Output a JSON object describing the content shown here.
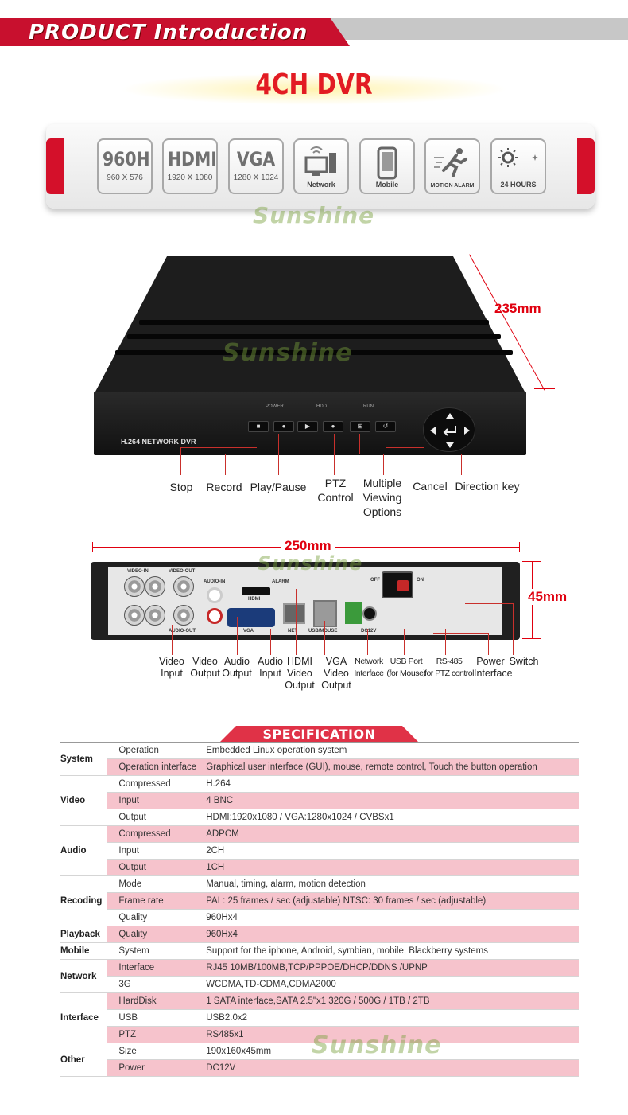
{
  "header": {
    "title": "PRODUCT Introduction"
  },
  "product": {
    "name": "4CH DVR"
  },
  "watermark": "Sunshine",
  "features": [
    {
      "id": "960h",
      "big": "960H",
      "small": "960 X 576"
    },
    {
      "id": "hdmi",
      "big": "HDMI",
      "small": "1920 X 1080"
    },
    {
      "id": "vga",
      "big": "VGA",
      "small": "1280 X 1024"
    },
    {
      "id": "network",
      "label": "Network",
      "icon": "network-icon"
    },
    {
      "id": "mobile",
      "label": "Mobile",
      "icon": "mobile-icon"
    },
    {
      "id": "motion",
      "label": "MOTION ALARM",
      "icon": "running-man-icon"
    },
    {
      "id": "24h",
      "label": "24 HOURS",
      "icon": "sun-moon-icon"
    }
  ],
  "front": {
    "brand": "H.264 NETWORK DVR",
    "leds": [
      "POWER",
      "HDD",
      "RUN"
    ],
    "depth": "235mm",
    "labels": {
      "stop": "Stop",
      "record": "Record",
      "play_pause": "Play/Pause",
      "ptz_control": [
        "PTZ",
        "Control"
      ],
      "multiple_viewing": [
        "Multiple",
        "Viewing",
        "Options"
      ],
      "cancel": "Cancel",
      "direction_key": "Direction key"
    }
  },
  "back": {
    "width": "250mm",
    "height": "45mm",
    "port_labels": {
      "video_in": "VIDEO-IN",
      "video_out": "VIDEO-OUT",
      "audio_in": "AUDIO-IN",
      "audio_out": "AUDIO-OUT",
      "hdmi": "HDMI",
      "vga": "VGA",
      "net": "NET",
      "usb": "USB/MOUSE",
      "alarm": "ALARM",
      "dc": "DC12V",
      "off": "OFF",
      "on": "ON"
    },
    "labels": {
      "video_input": [
        "Video",
        "Input"
      ],
      "video_output": [
        "Video",
        "Output"
      ],
      "audio_output": [
        "Audio",
        "Output"
      ],
      "audio_input": [
        "Audio",
        "Input"
      ],
      "hdmi_video_output": [
        "HDMI",
        "Video",
        "Output"
      ],
      "vga_video_output": [
        "VGA",
        "Video",
        "Output"
      ],
      "network_interface": [
        "Network",
        "Interface"
      ],
      "usb_port": [
        "USB Port",
        "(for Mouse)"
      ],
      "rs485": [
        "RS-485",
        "for PTZ control"
      ],
      "power_interface": [
        "Power",
        "Interface"
      ],
      "switch": "Switch"
    }
  },
  "spec": {
    "title": "SPECIFICATION",
    "rows": [
      {
        "section": "System",
        "key": "Operation",
        "value": "Embedded Linux operation system"
      },
      {
        "section": "",
        "key": "Operation interface",
        "value": "Graphical user interface (GUI), mouse, remote control, Touch the button operation"
      },
      {
        "section": "",
        "key": "Compressed",
        "value": "H.264"
      },
      {
        "section": "Video",
        "key": "Input",
        "value": "4 BNC"
      },
      {
        "section": "",
        "key": "Output",
        "value": "HDMI:1920x1080  /  VGA:1280x1024  /  CVBSx1"
      },
      {
        "section": "",
        "key": "Compressed",
        "value": "ADPCM"
      },
      {
        "section": "Audio",
        "key": "Input",
        "value": "2CH"
      },
      {
        "section": "",
        "key": "Output",
        "value": "1CH"
      },
      {
        "section": "",
        "key": "Mode",
        "value": "Manual, timing, alarm, motion detection"
      },
      {
        "section": "Recoding",
        "key": "Frame rate",
        "value": "PAL: 25 frames / sec (adjustable) NTSC: 30 frames / sec (adjustable)"
      },
      {
        "section": "",
        "key": "Quality",
        "value": "960Hx4"
      },
      {
        "section": "Playback",
        "key": "Quality",
        "value": "960Hx4"
      },
      {
        "section": "Mobile",
        "key": "System",
        "value": "Support for the iphone, Android, symbian, mobile, Blackberry systems"
      },
      {
        "section": "Network",
        "key": "Interface",
        "value": "RJ45 10MB/100MB,TCP/PPPOE/DHCP/DDNS /UPNP"
      },
      {
        "section": "",
        "key": "3G",
        "value": "WCDMA,TD-CDMA,CDMA2000"
      },
      {
        "section": "",
        "key": "HardDisk",
        "value": "1 SATA interface,SATA 2.5\"x1  320G / 500G / 1TB / 2TB"
      },
      {
        "section": "Interface",
        "key": "USB",
        "value": "USB2.0x2"
      },
      {
        "section": "",
        "key": "PTZ",
        "value": "RS485x1"
      },
      {
        "section": "Other",
        "key": "Size",
        "value": "190x160x45mm"
      },
      {
        "section": "",
        "key": "Power",
        "value": "DC12V"
      }
    ]
  }
}
